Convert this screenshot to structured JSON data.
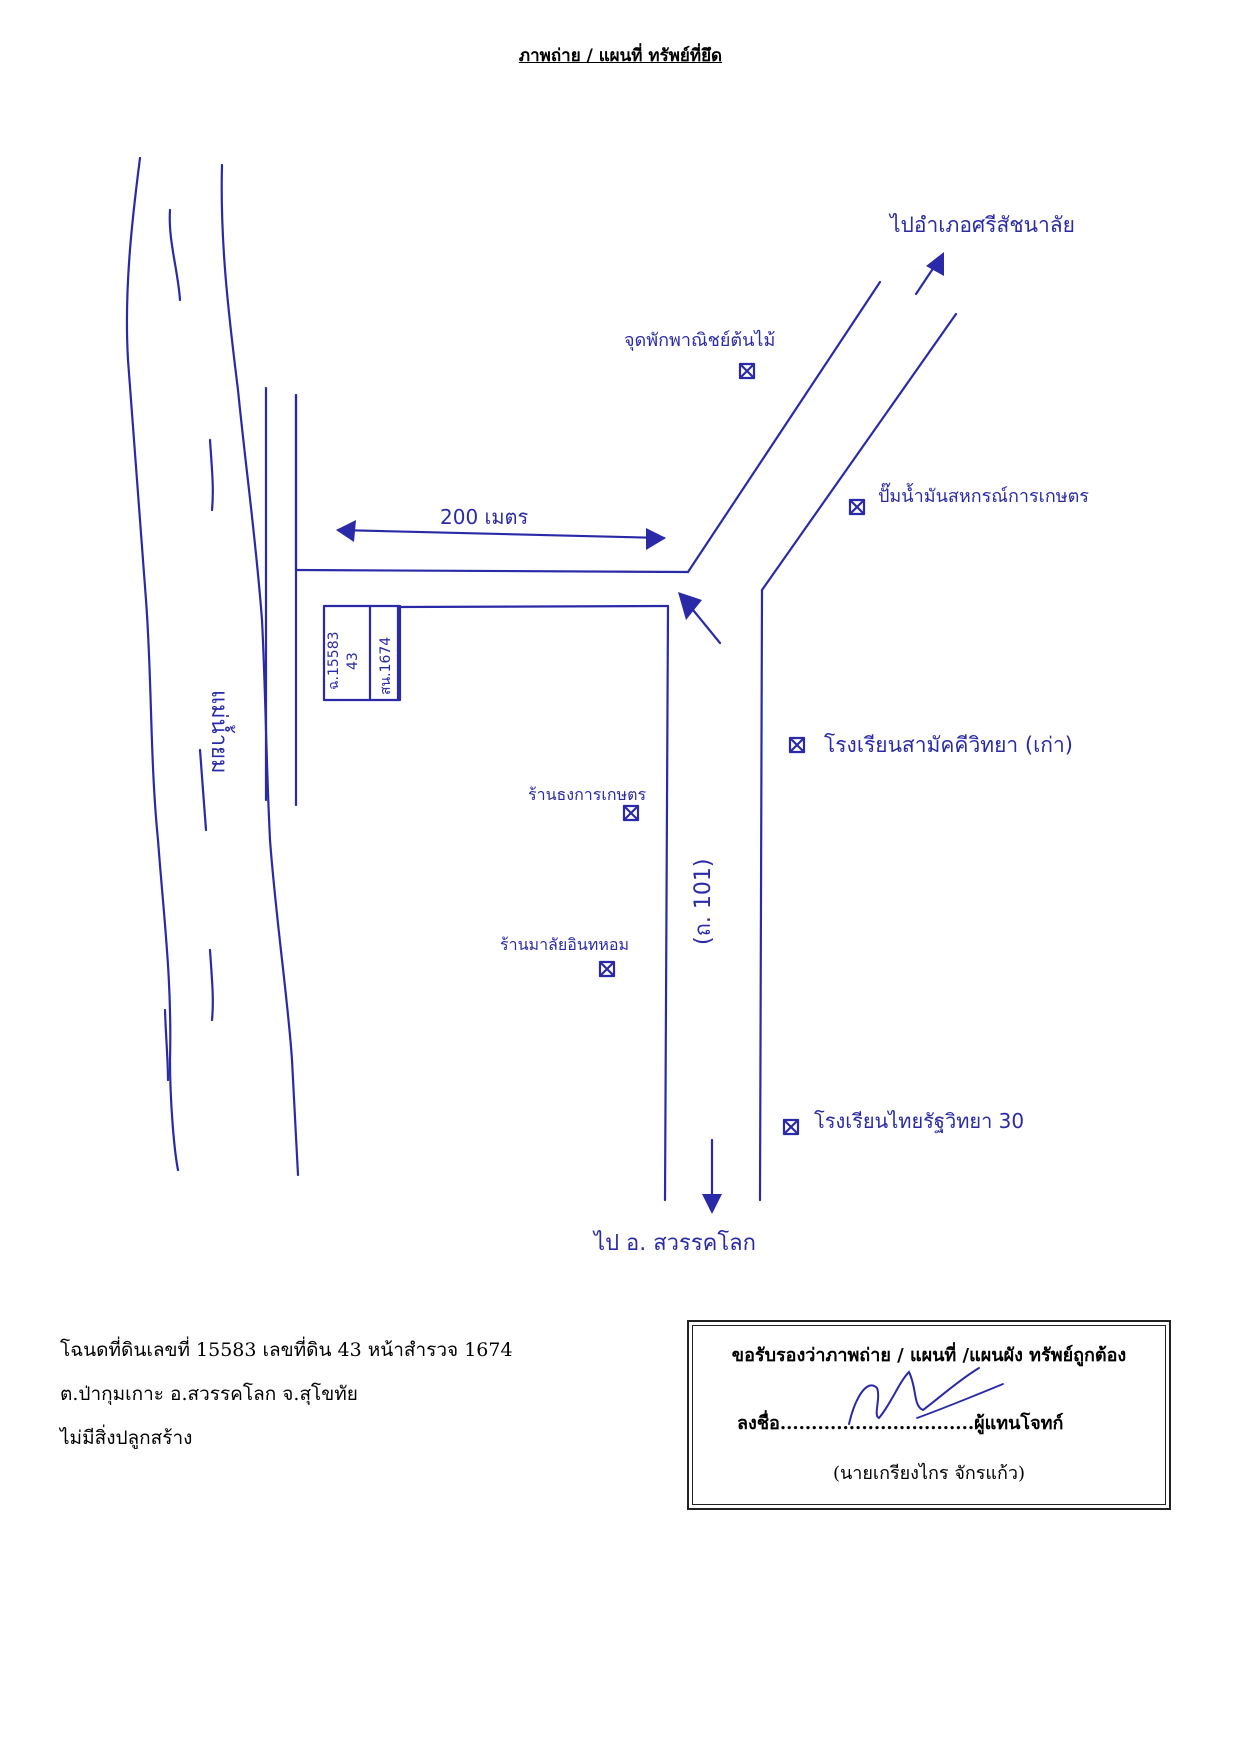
{
  "title": "ภาพถ่าย / แผนที่ ทรัพย์ที่ยึด",
  "map": {
    "river_label": "แม่น้ำยม",
    "distance_label": "200 เมตร",
    "plot_label_1": "ฉ.15583",
    "plot_label_2": "43",
    "plot_label_3": "สน.1674",
    "road_label": "(ถ. 101)",
    "to_north": "ไปอำเภอศรีสัชนาลัย",
    "to_south": "ไป อ. สวรรคโลก",
    "landmarks": [
      "จุดพักพาณิชย์ต้นไม้",
      "ปั๊มน้ำมันสหกรณ์การเกษตร",
      "โรงเรียนสามัคคีวิทยา (เก่า)",
      "ร้านธงการเกษตร",
      "ร้านมาลัยอินทหอม",
      "โรงเรียนไทยรัฐวิทยา 30"
    ],
    "ink_color": "#2a2aa8"
  },
  "info": {
    "line1": "โฉนดที่ดินเลขที่ 15583 เลขที่ดิน 43 หน้าสำรวจ 1674",
    "line2": "ต.ป่ากุมเกาะ อ.สวรรคโลก จ.สุโขทัย",
    "line3": "ไม่มีสิ่งปลูกสร้าง"
  },
  "cert": {
    "header": "ขอรับรองว่าภาพถ่าย / แผนที่ /แผนผัง ทรัพย์ถูกต้อง",
    "sign_line": "ลงชื่อ...............................ผู้แทนโจทก์",
    "name": "(นายเกรียงไกร จักรแก้ว)"
  }
}
